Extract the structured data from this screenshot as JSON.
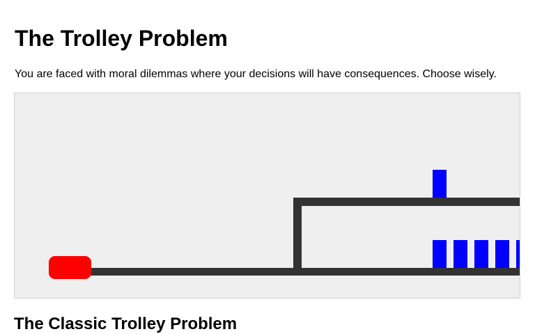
{
  "page": {
    "title": "The Trolley Problem",
    "intro": "You are faced with moral dilemmas where your decisions will have consequences. Choose wisely.",
    "section_heading": "The Classic Trolley Problem"
  },
  "scene": {
    "kind": "trolley-track-diagram",
    "colors": {
      "trolley": "#ff0000",
      "person": "#0000ff",
      "track": "#333333",
      "canvas_background": "#efefef",
      "canvas_border": "#d0d0d0"
    },
    "people_on_branch_track": 1,
    "people_on_main_track": 5
  }
}
